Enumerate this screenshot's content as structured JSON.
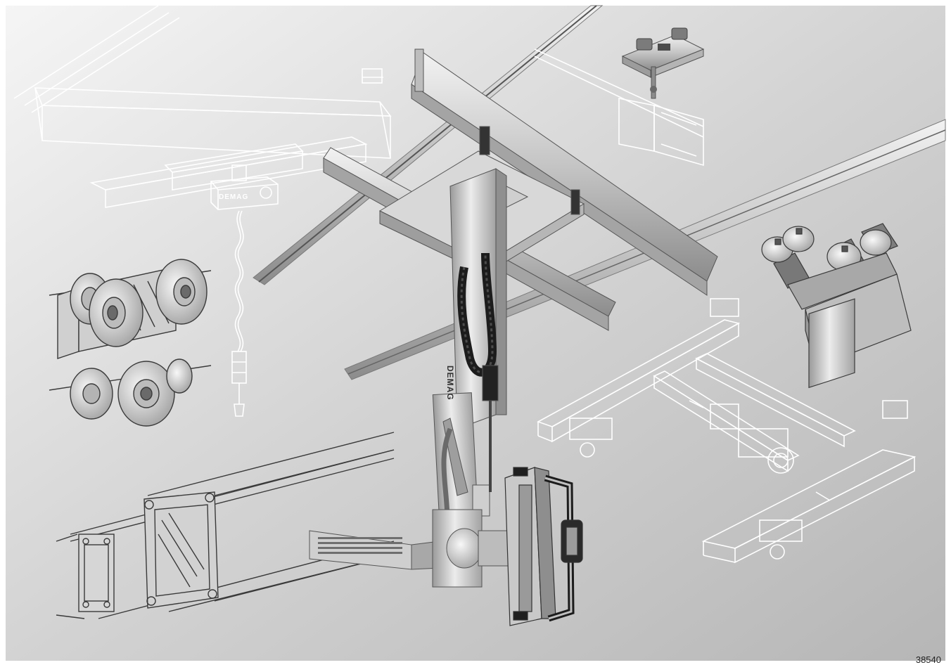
{
  "figure": {
    "number": "38540",
    "logo_mast": "DEMAG",
    "logo_hoist": "DEMAG"
  },
  "colors": {
    "background_light": "#f4f4f4",
    "background_dark": "#b9b9b9",
    "sketch_line": "#ffffff",
    "pencil_line": "#3a3a3a",
    "metal_light": "#e0e0e0",
    "metal_dark": "#8a8a8a",
    "black_part": "#1c1c1c",
    "figure_number": "#222222"
  },
  "components": [
    {
      "name": "overhead-crane-sketch",
      "style": "white-line"
    },
    {
      "name": "chain-hoist",
      "style": "white-line"
    },
    {
      "name": "wheel-trolley-pencil",
      "style": "pencil"
    },
    {
      "name": "profile-rail-pencil",
      "style": "pencil"
    },
    {
      "name": "suspension-trolley-sketch",
      "style": "white-line"
    },
    {
      "name": "telescopic-manipulator",
      "style": "shaded"
    },
    {
      "name": "roller-trolley-shaded",
      "style": "shaded"
    },
    {
      "name": "bridge-crane-sketch",
      "style": "white-line"
    }
  ]
}
